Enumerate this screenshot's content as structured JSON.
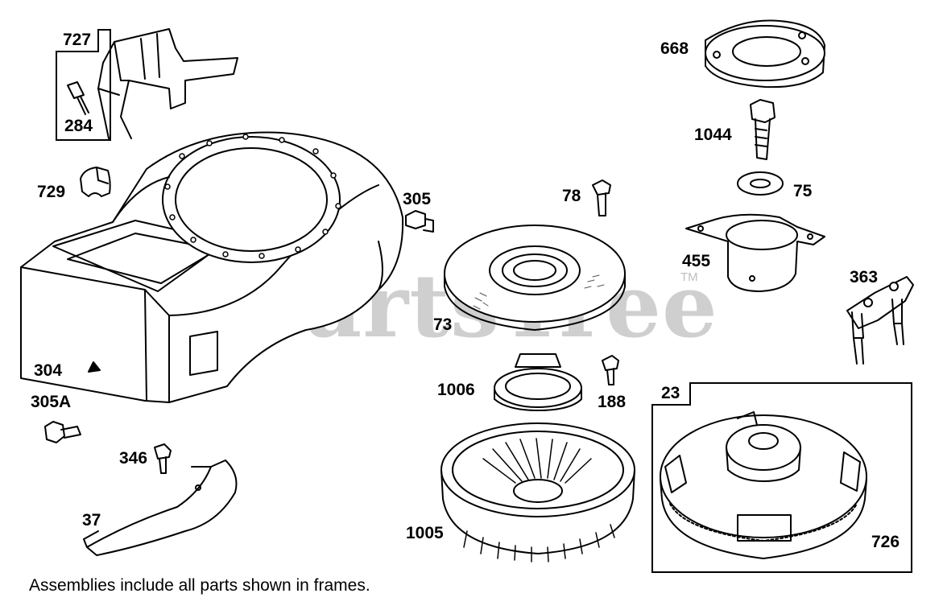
{
  "watermark": {
    "text": "PartsTree",
    "tm": "TM"
  },
  "footer_note": "Assemblies include all parts shown in frames.",
  "frames": [
    {
      "id": "727"
    },
    {
      "id": "23"
    }
  ],
  "labels": {
    "p727": "727",
    "p284": "284",
    "p729": "729",
    "p304": "304",
    "p305A": "305A",
    "p346": "346",
    "p37": "37",
    "p305": "305",
    "p78": "78",
    "p73": "73",
    "p1006": "1006",
    "p188": "188",
    "p1005": "1005",
    "p668": "668",
    "p1044": "1044",
    "p75": "75",
    "p455": "455",
    "p363": "363",
    "p23": "23",
    "p726": "726"
  }
}
